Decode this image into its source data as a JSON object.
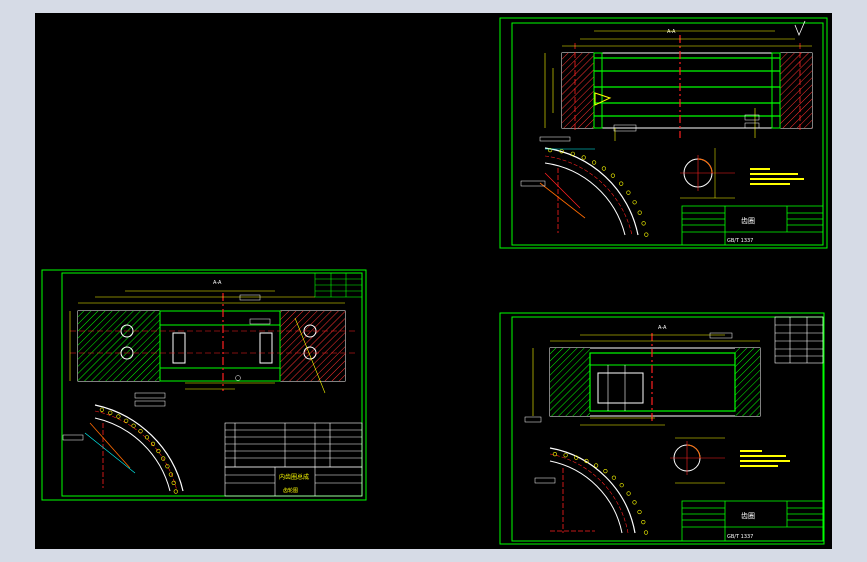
{
  "viewer": {
    "background": "#000000",
    "frame_background": "#d6dbe6"
  },
  "colors": {
    "frame": "#00ff00",
    "outline": "#ffffff",
    "centerline": "#ff2020",
    "hatch": "#ff3030",
    "dimension": "#ffff00",
    "text": "#ffffff",
    "highlight": "#ff6a00",
    "accent": "#00ffff"
  },
  "sheets": [
    {
      "id": "sheet-upper-right",
      "section_label": "A-A",
      "title": "齿圈",
      "standard": "GB/T 1337"
    },
    {
      "id": "sheet-lower-left",
      "section_label": "A-A",
      "title": "内齿圈总成",
      "standard": "齿轮图"
    },
    {
      "id": "sheet-lower-right",
      "section_label": "A-A",
      "title": "齿圈",
      "standard": "GB/T 1337"
    }
  ]
}
